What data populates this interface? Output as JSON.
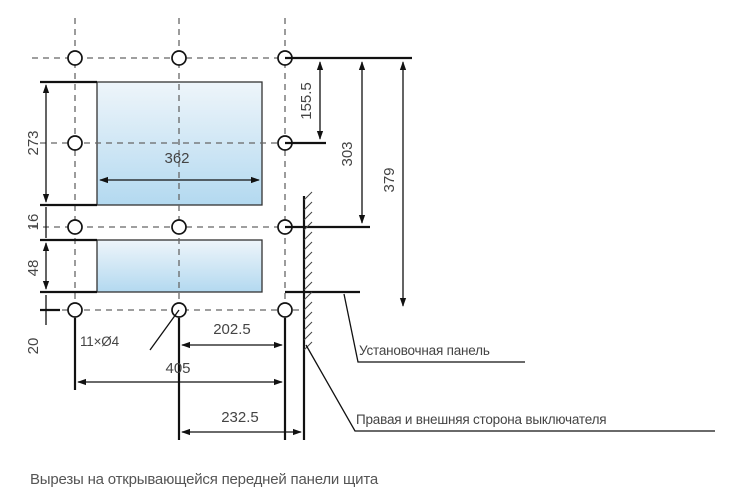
{
  "dimensions": {
    "d362": "362",
    "d405": "405",
    "d202_5": "202.5",
    "d232_5": "232.5",
    "d273": "273",
    "d16": "16",
    "d48": "48",
    "d20": "20",
    "d155_5": "155.5",
    "d303": "303",
    "d379": "379"
  },
  "holes_label": "11×Ø4",
  "labels": {
    "mounting_panel": "Установочная панель",
    "breaker_side": "Правая и внешняя сторона выключателя"
  },
  "caption": "Вырезы на открывающейся передней панели щита",
  "colors": {
    "line": "#111111",
    "dashed": "#666666",
    "cutout_top": "#eaf3f9",
    "cutout_bottom": "#b3d9f0"
  }
}
